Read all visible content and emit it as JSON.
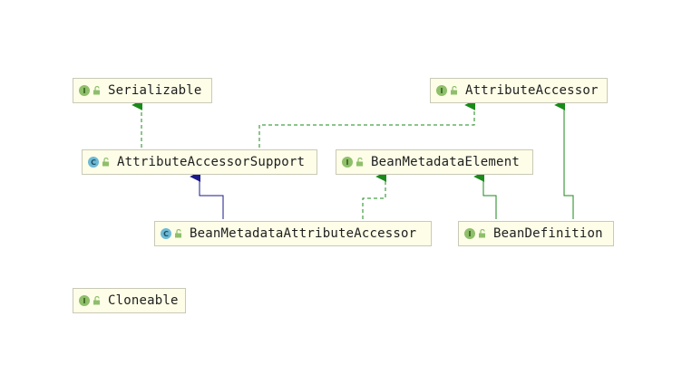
{
  "nodes": {
    "serializable": {
      "name": "Serializable",
      "kind_letter": "I"
    },
    "attribute_accessor": {
      "name": "AttributeAccessor",
      "kind_letter": "I"
    },
    "attribute_accessor_support": {
      "name": "AttributeAccessorSupport",
      "kind_letter": "C"
    },
    "bean_metadata_element": {
      "name": "BeanMetadataElement",
      "kind_letter": "I"
    },
    "bean_metadata_attribute_accessor": {
      "name": "BeanMetadataAttributeAccessor",
      "kind_letter": "C"
    },
    "bean_definition": {
      "name": "BeanDefinition",
      "kind_letter": "I"
    },
    "cloneable": {
      "name": "Cloneable",
      "kind_letter": "I"
    }
  },
  "colors": {
    "implements_edge": "#1a8a1a",
    "extends_edge": "#1a1a8a",
    "node_fill": "#fdfde8",
    "node_border": "#c9c9b8",
    "interface_badge": "#8fbf6a",
    "class_badge": "#6db9d6"
  }
}
